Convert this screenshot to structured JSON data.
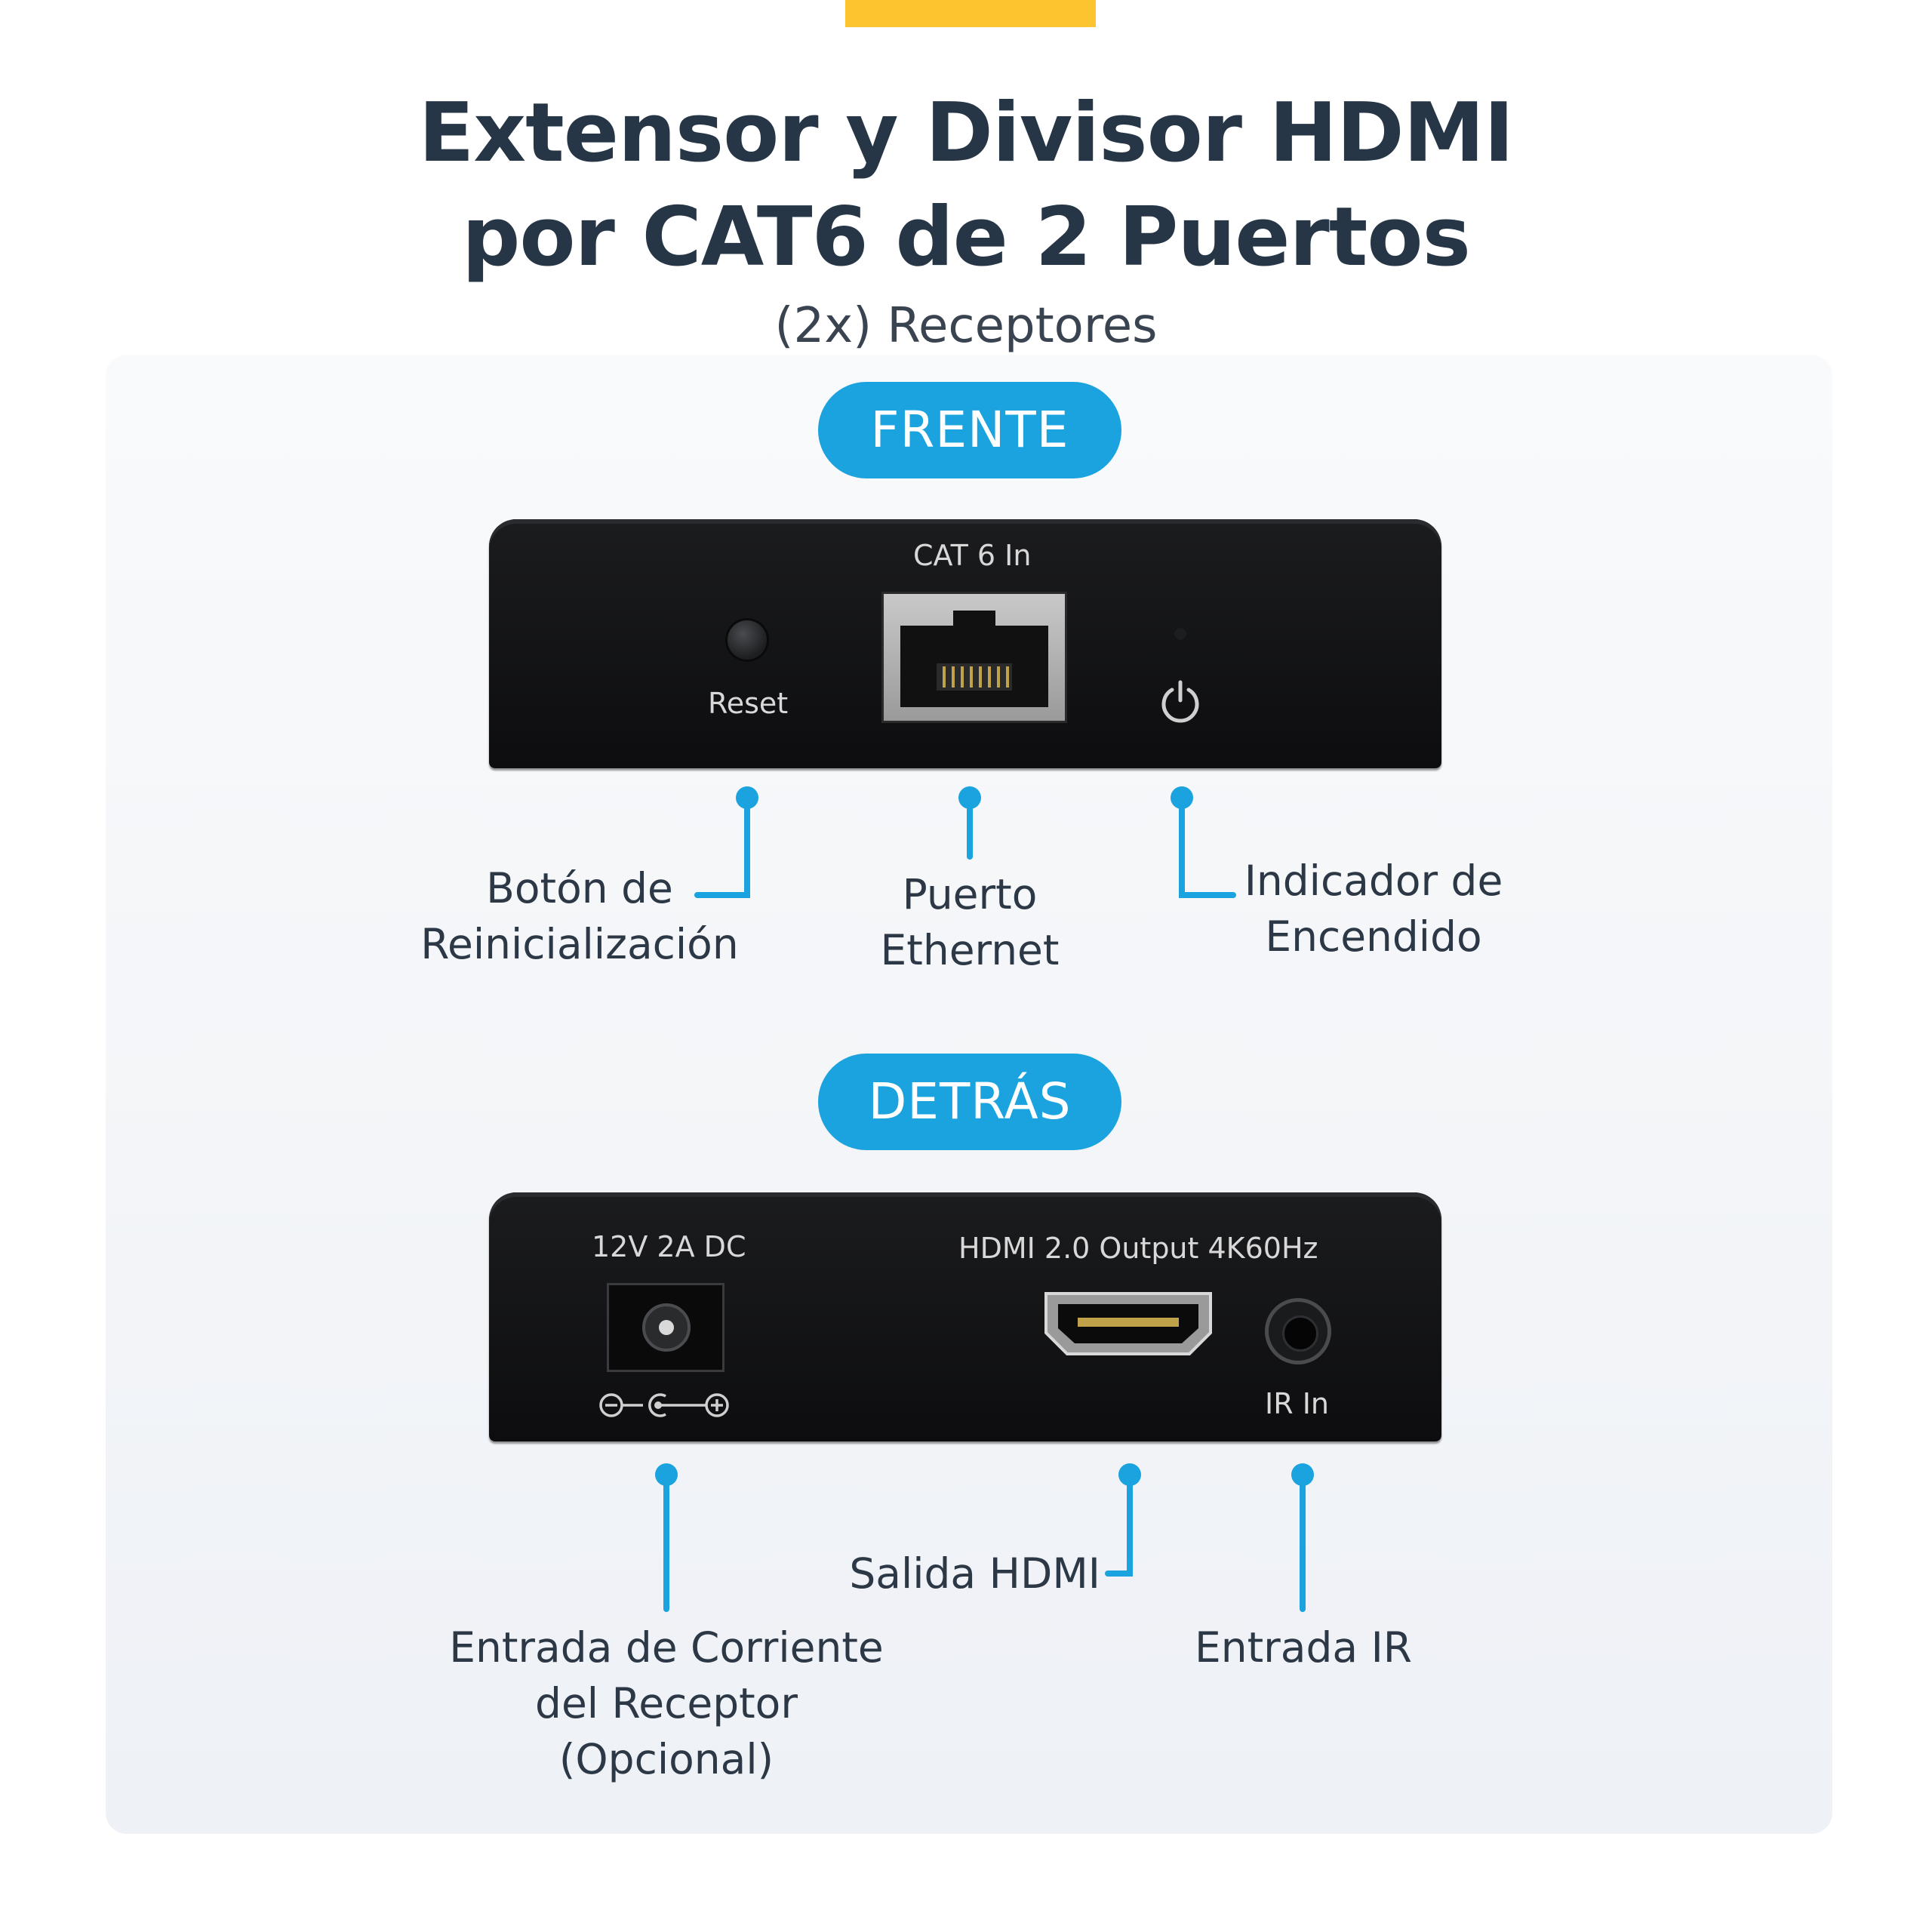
{
  "header": {
    "title_line1": "Extensor y Divisor HDMI",
    "title_line2": "por CAT6 de 2 Puertos",
    "subtitle": "(2x) Receptores"
  },
  "colors": {
    "accent": "#fcc52f",
    "pill": "#1aa3df",
    "callout_line": "#1aa3df",
    "title_text": "#263646"
  },
  "front": {
    "pill_label": "FRENTE",
    "port_label": "CAT 6 In",
    "reset_label": "Reset",
    "power_icon": "power-icon",
    "callouts": {
      "reset": "Botón de\nReinicialización",
      "ethernet": "Puerto\nEthernet",
      "power": "Indicador de\nEncendido"
    }
  },
  "back": {
    "pill_label": "DETRÁS",
    "dc_label": "12V 2A DC",
    "hdmi_label": "HDMI 2.0 Output 4K60Hz",
    "ir_label": "IR In",
    "polarity_icon": "dc-polarity-icon",
    "callouts": {
      "power_input": "Entrada de Corriente\ndel Receptor\n(Opcional)",
      "hdmi_out": "Salida HDMI",
      "ir_in": "Entrada IR"
    }
  }
}
